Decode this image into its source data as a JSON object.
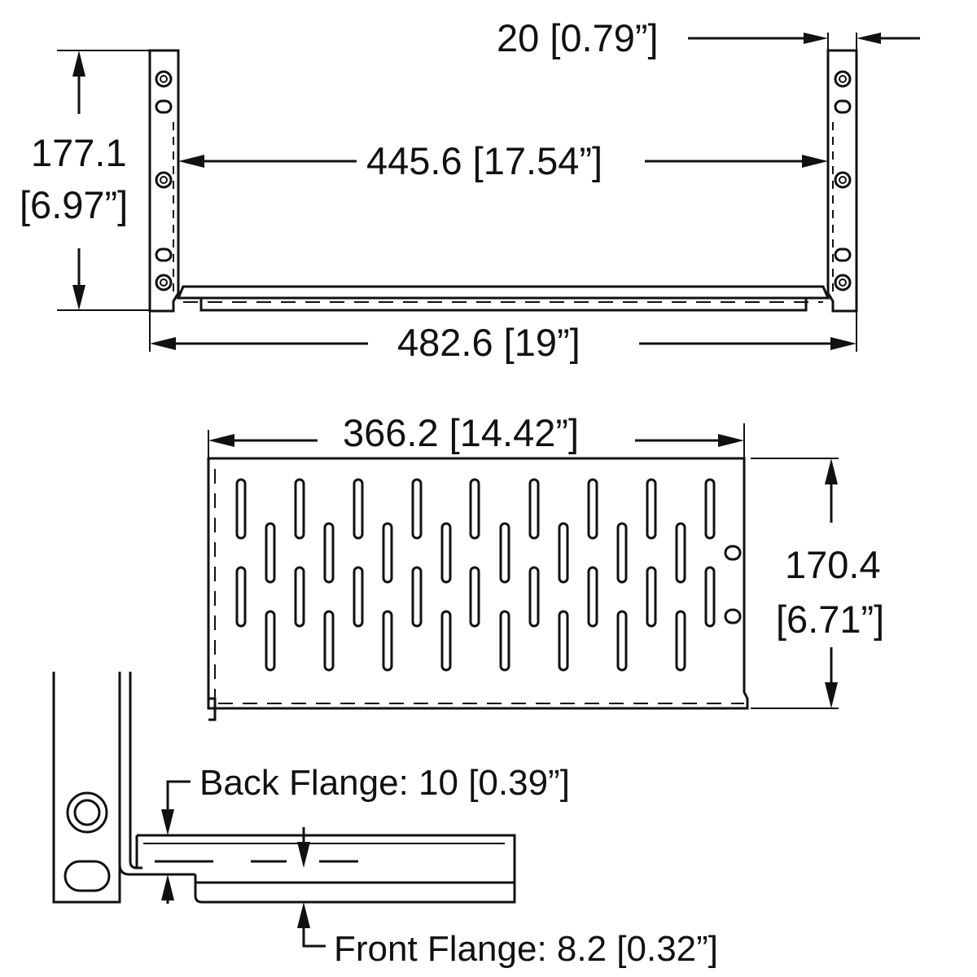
{
  "front_view": {
    "height_mm": "177.1",
    "height_in": "[6.97”]",
    "width_outer": "482.6 [19”]",
    "width_inner": "445.6 [17.54”]",
    "ear_width": "20 [0.79”]"
  },
  "top_view": {
    "depth": "366.2 [14.42”]",
    "width_mm": "170.4",
    "width_in": "[6.71”]"
  },
  "detail_view": {
    "back_flange": "Back Flange: 10 [0.39”]",
    "front_flange": "Front Flange: 8.2 [0.32”]"
  }
}
